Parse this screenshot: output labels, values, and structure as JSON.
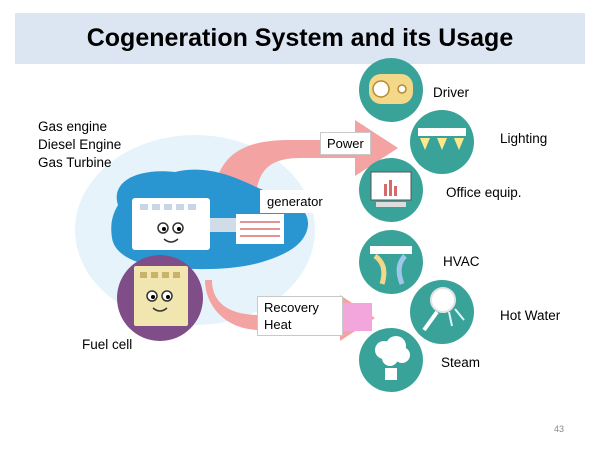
{
  "title": "Cogeneration System and its Usage",
  "sources": {
    "engines": [
      "Gas engine",
      "Diesel Engine",
      "Gas Turbine"
    ],
    "fuel_cell": "Fuel cell"
  },
  "flows": {
    "power": "Power",
    "generator": "generator",
    "recovery_heat_line1": "Recovery",
    "recovery_heat_line2": "Heat"
  },
  "uses": {
    "power": [
      "Driver",
      "Lighting",
      "Office equip."
    ],
    "heat": [
      "HVAC",
      "Hot Water",
      "Steam"
    ]
  },
  "page_number": "43",
  "colors": {
    "title_bg": "#dce6f2",
    "blob_blue": "#2a96d1",
    "arrow_pink": "#f4a3a3",
    "circle_teal": "#3aa399",
    "fuelcell_purple": "#7f4e88"
  }
}
